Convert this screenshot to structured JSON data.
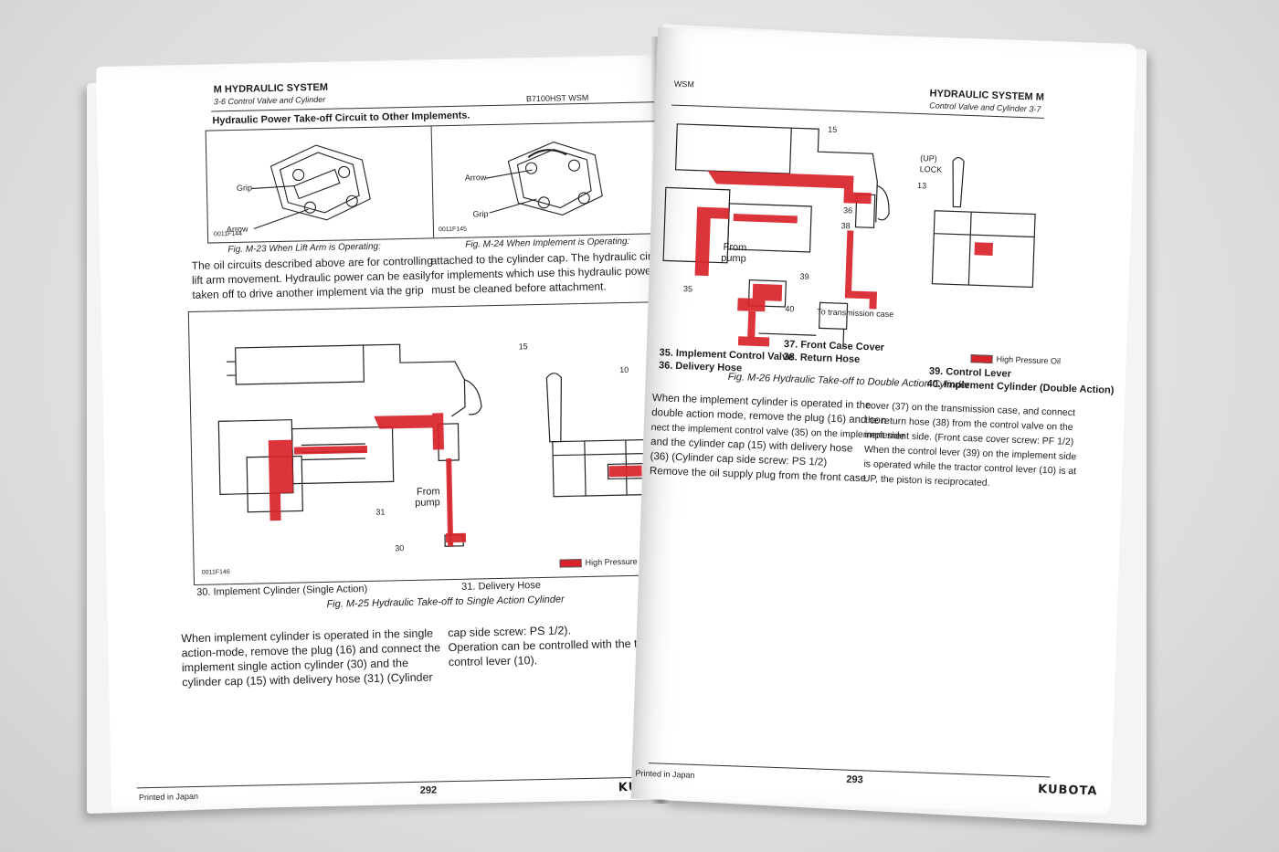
{
  "left_page": {
    "header_section": "M   HYDRAULIC SYSTEM",
    "header_subsection": "3-6  Control Valve and Cylinder",
    "header_code": "B7100HST WSM",
    "section_title": "Hydraulic Power Take-off Circuit to Other Implements.",
    "fig_m23": {
      "labels": [
        "Grip",
        "Arrow"
      ],
      "code": "0011F144",
      "caption": "Fig. M-23 When Lift Arm is Operating:"
    },
    "fig_m24": {
      "labels": [
        "Arrow",
        "Grip"
      ],
      "code": "0011F145",
      "caption": "Fig. M-24 When Implement is Operating:"
    },
    "para1_col1": [
      "The oil circuits described above are for controlling",
      "lift arm movement. Hydraulic power can be easily",
      "taken off to drive another implement via the grip"
    ],
    "para1_col2": [
      "attached to the cylinder cap. The hydraulic circuit",
      "for implements which use this hydraulic power",
      "must be cleaned before attachment."
    ],
    "fig_m25": {
      "callouts": [
        "15",
        "10",
        "31",
        "30"
      ],
      "from_pump": [
        "From",
        "pump"
      ],
      "code": "0011F146",
      "legend": "High Pressure Oil",
      "part30": "30. Implement Cylinder (Single Action)",
      "part31": "31. Delivery Hose",
      "caption": "Fig. M-25  Hydraulic Take-off to Single Action Cylinder"
    },
    "para2_col1": [
      "When implement cylinder is operated in the single",
      "action-mode, remove the plug (16) and connect the",
      "implement single action cylinder (30) and the",
      "cylinder cap (15) with delivery hose (31) (Cylinder"
    ],
    "para2_col2": [
      "cap side screw: PS 1/2).",
      "Operation can be controlled with the tractor",
      "control lever (10)."
    ],
    "footer_left": "Printed in Japan",
    "page_number": "292",
    "brand": "KUBOTA"
  },
  "right_page": {
    "header_section": "HYDRAULIC SYSTEM   M",
    "header_subsection": "Control Valve and Cylinder  3-7",
    "header_code": "WSM",
    "fig_m26": {
      "callouts": [
        "15",
        "36",
        "38",
        "35",
        "39",
        "40",
        "13"
      ],
      "up_lock": [
        "(UP)",
        "LOCK"
      ],
      "from_pump": [
        "From",
        "pump"
      ],
      "to_case": "To transmission case",
      "legend": "High Pressure Oil",
      "part35": "35. Implement Control Valve",
      "part36": "36. Delivery Hose",
      "part37": "37. Front Case Cover",
      "part38": "38. Return Hose",
      "part39": "39. Control Lever",
      "part40": "40. Implement Cylinder (Double Action)",
      "caption": "Fig. M-26  Hydraulic Take-off to Double Action Cylinder"
    },
    "para_col1": [
      "When the implement cylinder is operated in the",
      "double action mode, remove the plug (16) and con-",
      "nect the implement control valve (35) on the implement side",
      "and the cylinder cap (15) with delivery hose",
      "(36) (Cylinder cap side screw: PS 1/2)",
      "Remove the oil supply plug from the front case"
    ],
    "para_col2": [
      "cover (37) on the transmission case, and connect",
      "the return hose (38) from the control valve on the",
      "implement side. (Front case cover screw: PF 1/2)",
      "When the control lever (39) on the implement side",
      "is operated while the tractor control lever (10) is at",
      "UP, the piston is reciprocated."
    ],
    "footer_left": "Printed in Japan",
    "page_number": "293",
    "brand": "KUBOTA"
  },
  "colors": {
    "high_pressure_oil": "#d8232a",
    "ink": "#1d1d1d",
    "paper": "#ffffff"
  }
}
